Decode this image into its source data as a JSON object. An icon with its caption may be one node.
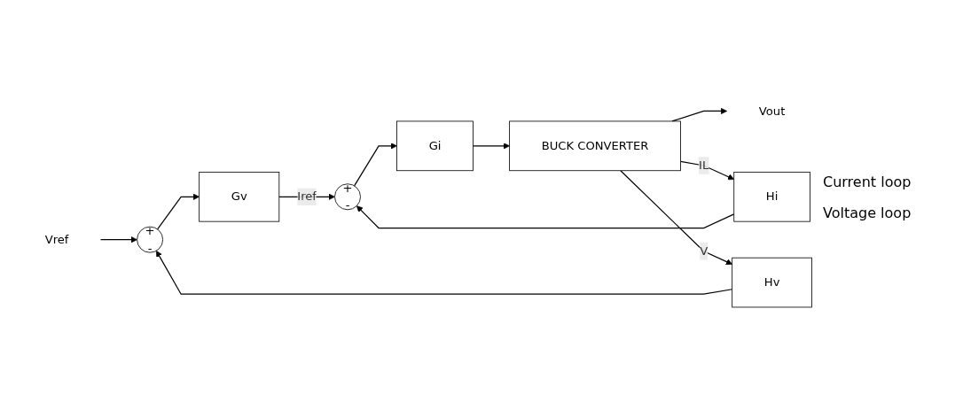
{
  "diagram": {
    "nodes": [
      {
        "text": [
          "Vref"
        ]
      },
      {
        "text": [
          "+",
          "-"
        ]
      },
      {
        "text": [
          "Gv"
        ]
      },
      {
        "text": [
          "+",
          "-"
        ]
      },
      {
        "text": [
          "Gi"
        ]
      },
      {
        "text": [
          "BUCK CONVERTER"
        ]
      },
      {
        "text": [
          "Vout"
        ]
      },
      {
        "text": [
          "Hi"
        ]
      },
      {
        "text": [
          "Hv"
        ]
      }
    ],
    "edges": [
      {
        "from": 0,
        "to": 1,
        "arrow": "to"
      },
      {
        "from": 1,
        "to": 2,
        "arrow": "to"
      },
      {
        "from": 2,
        "to": 3,
        "label": "Iref",
        "arrow": "to"
      },
      {
        "from": 3,
        "to": 4,
        "arrow": "to"
      },
      {
        "from": 4,
        "to": 5,
        "arrow": "to"
      },
      {
        "from": 5,
        "to": 6,
        "arrow": "to"
      },
      {
        "from": 5,
        "to": 7,
        "label": "IL",
        "arrow": "to"
      },
      {
        "from": 5,
        "to": 8,
        "label": "V",
        "arrow": "to"
      },
      {
        "from": 7,
        "to": 3,
        "arrow": "to"
      },
      {
        "from": 8,
        "to": 1,
        "arrow": "to"
      }
    ],
    "labels": [
      "Current loop",
      "Voltage loop"
    ]
  }
}
